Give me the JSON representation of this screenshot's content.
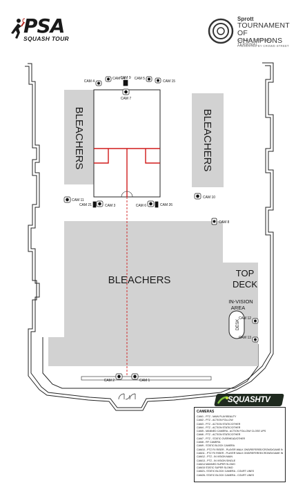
{
  "logos": {
    "psa_big": "PSA",
    "psa_small": "SQUASH TOUR",
    "toc_sponsor": "Sprott",
    "toc_line1": "TOURNAMENT",
    "toc_line2": "OF CHAMPIONS",
    "toc_venue": "GRAND CENTRAL TERMINAL",
    "toc_presented": "PRESENTED BY  CROWD STREET",
    "squashtv": "SQUASHTV"
  },
  "areas": {
    "bleachers_left": "BLEACHERS",
    "bleachers_right": "BLEACHERS",
    "bleachers_main": "BLEACHERS",
    "top_deck_1": "TOP",
    "top_deck_2": "DECK",
    "in_vision_1": "IN-VISION",
    "in_vision_2": "AREA",
    "desk": "DESK"
  },
  "cameras": {
    "cam4": "CAM 4",
    "cam14": "CAM 14",
    "cam9": "CAM 9",
    "cam5": "CAM 5",
    "cam15": "CAM 15",
    "cam7": "CAM 7",
    "cam11": "CAM 11",
    "cam21": "CAM 21",
    "cam3": "CAM 3",
    "cam6": "CAM 6",
    "cam26": "CAM 26",
    "cam10": "CAM 10",
    "cam8": "CAM 8",
    "cam12": "CAM 12",
    "cam13": "CAM 13",
    "cam2": "CAM 2",
    "cam1": "CAM 1"
  },
  "legend": {
    "title": "CAMERAS",
    "items": [
      "CAM1 - PTZ - MAIN PLAY/BEAUTY",
      "CAM2 - PTZ - ACTION FOLLOW",
      "CAM3 - PTZ - ACTION STATIC/OTHER",
      "CAM4 - PTZ - ACTION STATIC/OTHER",
      "CAM5 - MANNED CAMERA - ACTION FOLLOW/ CLOSE UPS",
      "CAM6 - PTZ - ACTION STATIC/OTHER",
      "CAM7 - PTZ - STATIC OVERHEAD/OTHER",
      "CAM8 - RF CAMERA",
      "CAM9 - STATIC BLOCK CAMERA",
      "CAM10 - PTZ FX RISER - PLAYER WALK ONS/REFEREE/CROWD/GAME INTERVALS",
      "CAM11 - PTZ FX RISER - PLAYER WALK ONS/REFEREE/CROWD/GAME INTERVALS",
      "CAM12 - PTZ - IN VISION MAIN",
      "CAM13 - PTZ - IN VISION SINGLE",
      "CAM14 MANNED SUPER SLOMO",
      "CAM15 STATIC SUPER SLOMO",
      "CAM21- STATIC BLOCK CAMERA - COURT LINES",
      "CAM26- STATIC BLOCK CAMERA - COURT LINES"
    ]
  }
}
